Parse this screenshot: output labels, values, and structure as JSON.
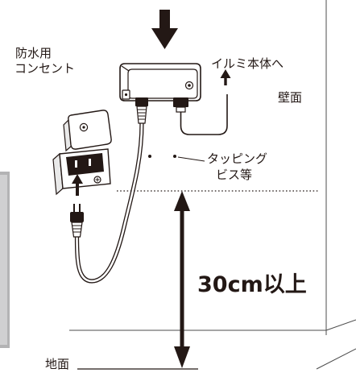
{
  "diagram": {
    "callouts": {
      "outlet": [
        "防水用",
        "コンセント"
      ],
      "to_main_unit": "イルミ本体へ",
      "wall": "壁面",
      "screw": [
        "タッピング",
        "ビス等"
      ],
      "height_requirement": "30cm以上",
      "ground": "地面"
    }
  },
  "colors": {
    "ink": "#231815",
    "side_tab": "#b3b3b4"
  }
}
